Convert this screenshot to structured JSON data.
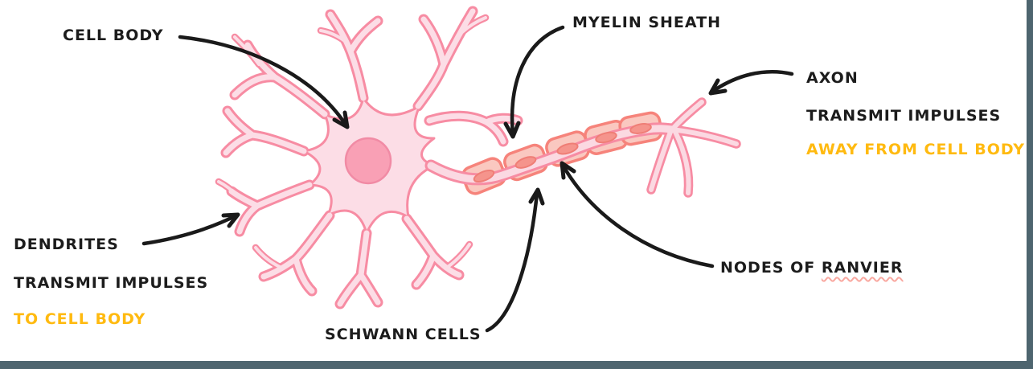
{
  "labels": {
    "cell_body": "CELL BODY",
    "myelin_sheath": "MYELIN SHEATH",
    "axon_title": "AXON",
    "axon_line1": "TRANSMIT IMPULSES",
    "axon_line2": "AWAY FROM CELL BODY",
    "dendrites_title": "DENDRITES",
    "dendrites_line1": "TRANSMIT IMPULSES",
    "dendrites_line2": "TO CELL BODY",
    "nodes_prefix": "NODES OF ",
    "nodes_underlined": "RANVIER",
    "schwann_cells": "SCHWANN CELLS"
  },
  "colors": {
    "canvas_color": "#ffffff",
    "frame_color": "#4e656f",
    "label_text": "#1c1c1c",
    "highlight_text": "#ffba10",
    "arrow": "#1a1a1a",
    "neuron_outline": "#f78ca3",
    "neuron_fill": "#fcdde6",
    "axon_fill": "#fbd9e2",
    "nucleus_fill": "#f9a0b5",
    "nucleus_stroke": "#f18ba5",
    "myelin_fill": "#fac8c0",
    "myelin_outline": "#f6837b",
    "schwann_nucleus_fill": "#f5948c",
    "schwann_nucleus_stroke": "#ef7e76",
    "misspell_underline": "#f9a8a0"
  }
}
